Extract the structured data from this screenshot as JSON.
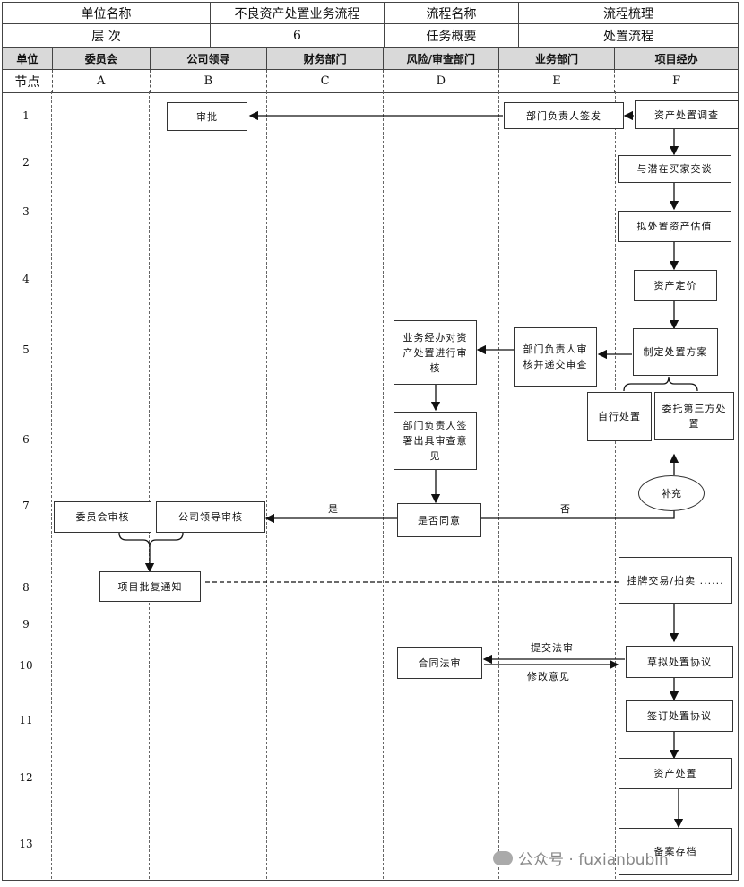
{
  "header": {
    "row1": {
      "unit_name_label": "单位名称",
      "unit_name_value": "不良资产处置业务流程",
      "process_name_label": "流程名称",
      "process_name_value": "流程梳理"
    },
    "row2": {
      "level_label": "层    次",
      "level_value": "6",
      "task_label": "任务概要",
      "task_value": "处置流程"
    }
  },
  "columns": {
    "unit_label": "单位",
    "lanes": [
      "委员会",
      "公司领导",
      "财务部门",
      "风险/审查部门",
      "业务部门",
      "项目经办"
    ],
    "node_label": "节点",
    "codes": [
      "A",
      "B",
      "C",
      "D",
      "E",
      "F"
    ]
  },
  "rows": [
    "1",
    "2",
    "3",
    "4",
    "5",
    "6",
    "7",
    "8",
    "9",
    "10",
    "11",
    "12",
    "13"
  ],
  "nodes": {
    "approve": "审批",
    "dept_head_sign": "部门负责人签发",
    "asset_survey": "资产处置调查",
    "negotiate": "与潜在买家交谈",
    "valuation": "拟处置资产估值",
    "pricing": "资产定价",
    "make_plan": "制定处置方案",
    "dept_head_review": "部门负责人审核并递交审查",
    "risk_review": "业务经办对资产处置进行审核",
    "risk_head_opinion": "部门负责人签署出具审查意见",
    "self_dispose": "自行处置",
    "third_party": "委托第三方处置",
    "supplement": "补充",
    "agree": "是否同意",
    "leader_review": "公司领导审核",
    "committee_review": "委员会审核",
    "project_notice": "项目批复通知",
    "listing": "挂牌交易/拍卖 ......",
    "legal_review": "合同法审",
    "draft_agreement": "草拟处置协议",
    "sign_agreement": "签订处置协议",
    "asset_disposal": "资产处置",
    "archive": "备案存档"
  },
  "edge_labels": {
    "yes": "是",
    "no": "否",
    "submit_legal": "提交法审",
    "revise": "修改意见"
  },
  "watermark": "公众号 · fuxianbubin"
}
